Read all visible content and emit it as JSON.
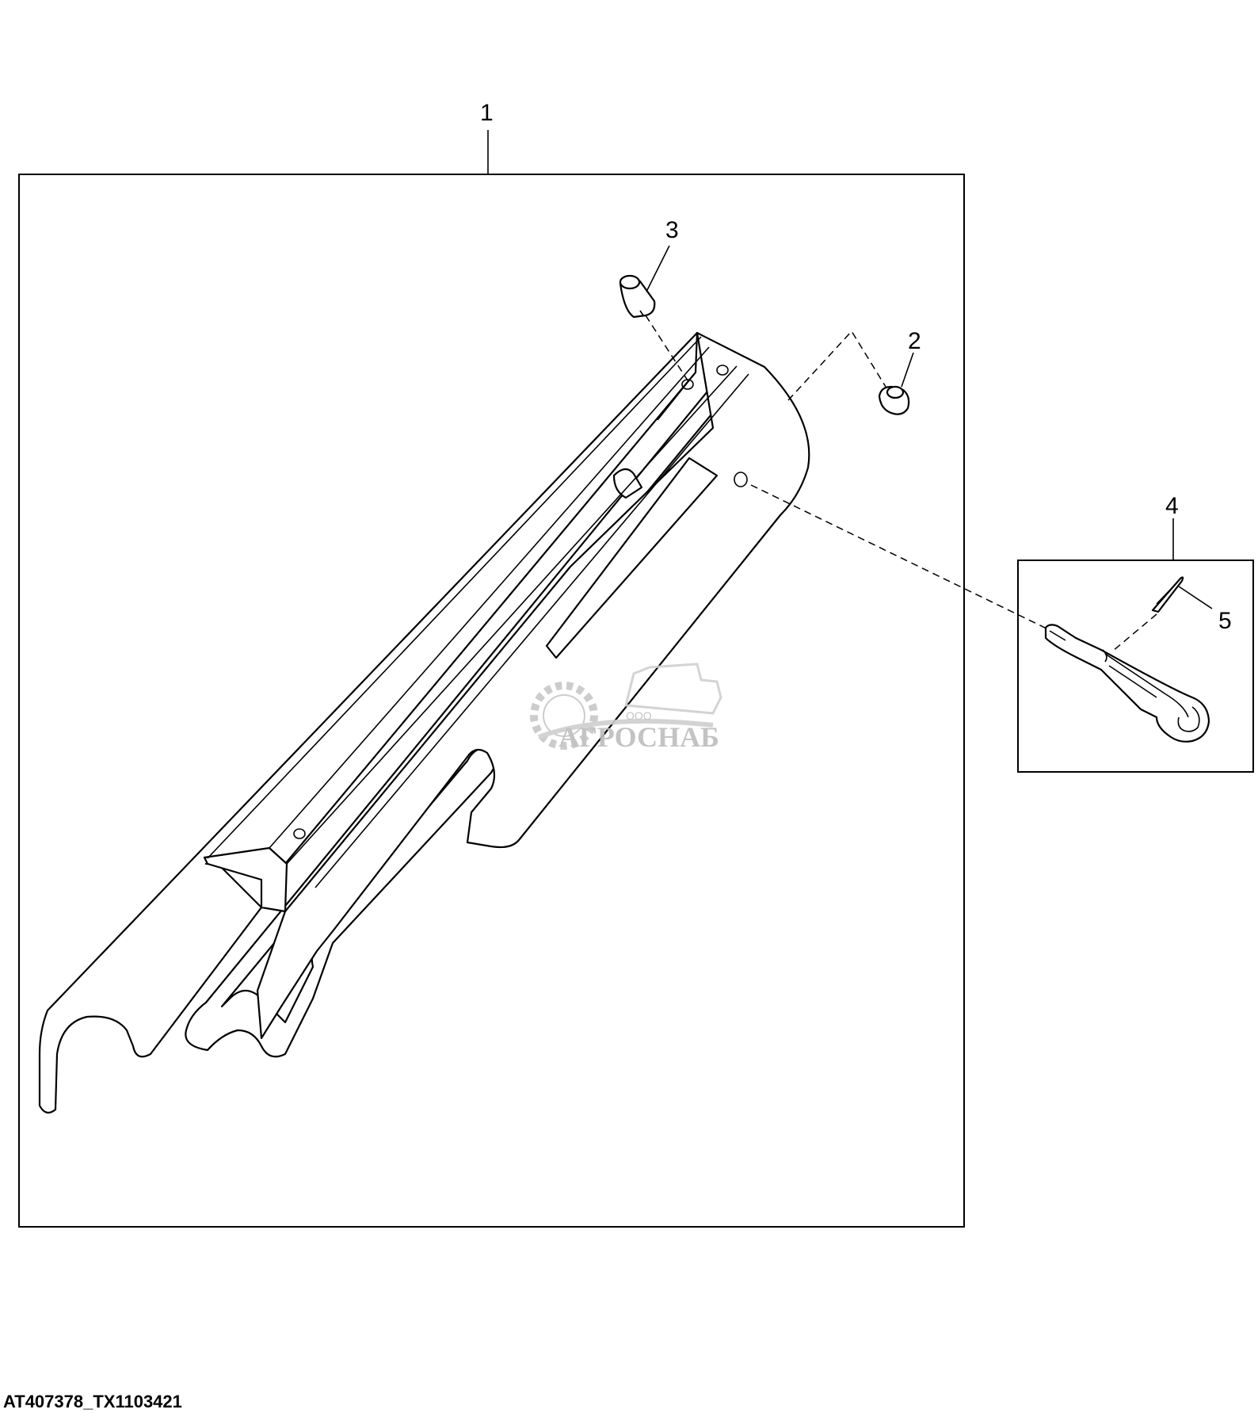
{
  "callouts": {
    "c1": "1",
    "c2": "2",
    "c3": "3",
    "c4": "4",
    "c5": "5"
  },
  "footer": {
    "drawing_id": "AT407378_TX1103421"
  },
  "watermark": {
    "brand": "АГРОСНАБ",
    "prefix": "ООО"
  }
}
